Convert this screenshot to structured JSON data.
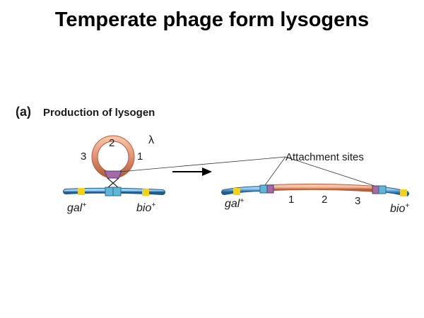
{
  "slide": {
    "title": "Temperate phage form lysogens"
  },
  "panel": {
    "letter": "(a)",
    "heading": "Production of lysogen"
  },
  "left": {
    "phage_symbol": "λ",
    "phage_sites": [
      "3",
      "2",
      "1"
    ],
    "gene_left": "gal",
    "gene_right": "bio",
    "superscript": "+"
  },
  "right": {
    "callout": "Attachment sites",
    "gene_left": "gal",
    "gene_right": "bio",
    "superscript": "+",
    "prophage_sites": [
      "1",
      "2",
      "3"
    ]
  },
  "colors": {
    "chromosome": "#4a90c8",
    "phage": "#e39270",
    "gene_marker": "#f3d21b",
    "att_site_bacterial": "#5fb6d9",
    "att_site_phage": "#a36ca6"
  }
}
